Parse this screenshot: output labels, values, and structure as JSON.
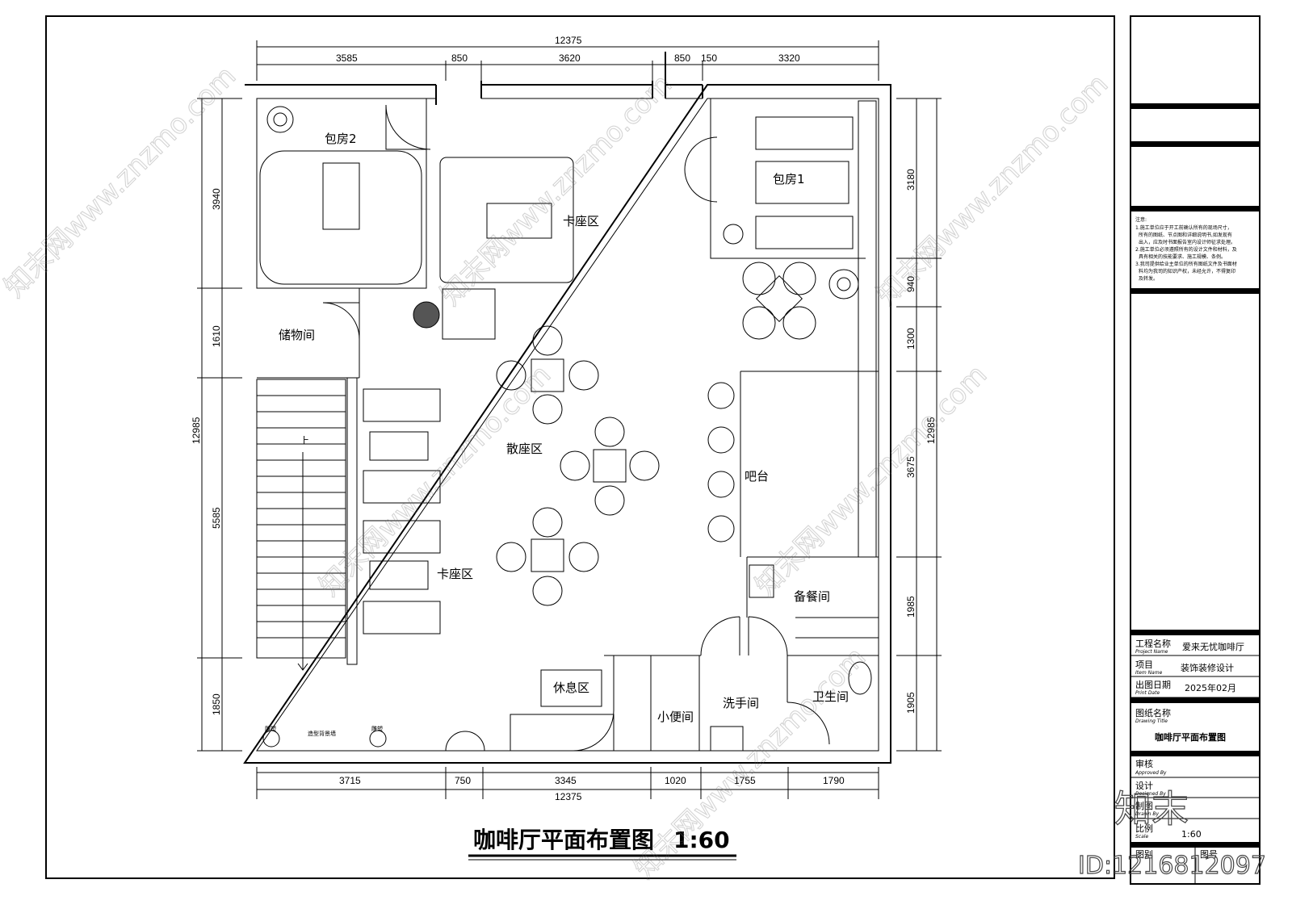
{
  "drawing": {
    "title": "咖啡厅平面布置图",
    "scale": "1:60",
    "rooms": {
      "private_room_2": "包房2",
      "booth_top": "卡座区",
      "private_room_1": "包房1",
      "storage": "储物间",
      "open_seating": "散座区",
      "bar": "吧台",
      "booth_left": "卡座区",
      "pantry": "备餐间",
      "lounge": "休息区",
      "washroom": "洗手间",
      "toilet": "卫生间",
      "urinal": "小便间",
      "stair_up": "上"
    },
    "small_labels": {
      "sculpture_1": "雕塑",
      "feature_wall": "造型背景墙",
      "sculpture_2": "雕塑"
    },
    "dims_top": {
      "total": "12375",
      "segments": [
        "3585",
        "850",
        "3620",
        "850",
        "150",
        "3320"
      ]
    },
    "dims_bottom": {
      "total": "12375",
      "segments": [
        "3715",
        "750",
        "3345",
        "1020",
        "1755",
        "1790"
      ]
    },
    "dims_left": {
      "total": "12985",
      "segments": [
        "3940",
        "1610",
        "5585",
        "1850"
      ]
    },
    "dims_right": {
      "total": "12985",
      "segments": [
        "3180",
        "940",
        "1300",
        "3675",
        "1985",
        "1905"
      ]
    }
  },
  "title_block": {
    "notes_title": "注意:",
    "notes": [
      "1.施工单位应于开工前确认所有的现场尺寸，",
      "所有的图纸、节点图和详细说明书,如发现有",
      "出入，应及时书面报告室内设计师征求处理。",
      "2.施工单位必须遵照所有的设计文件和材料，及",
      "具有相关的技能要求、施工规模、条例。",
      "3.我司提供给业主单位的所有图纸文件及书面材",
      "料均为我司的知识产权，未经允许，不得复印",
      "及转发。"
    ],
    "project_name_label": "工程名称",
    "project_name_en": "Project Name",
    "project_name": "爱来无忧咖啡厅",
    "item_label": "项目",
    "item_en": "Item Name",
    "item": "装饰装修设计",
    "date_label": "出图日期",
    "date_en": "Print Date",
    "date": "2025年02月",
    "drawing_title_label": "图纸名称",
    "drawing_title_en": "Drawing Title",
    "drawing_title": "咖啡厅平面布置图",
    "approved_label": "审核",
    "approved_en": "Approved By",
    "designed_label": "设计",
    "designed_en": "Designed By",
    "drawn_label": "制图",
    "drawn_en": "Drawn By",
    "scale_label": "比例",
    "scale_en": "Scale",
    "scale": "1:60",
    "sheet_label": "图别",
    "number_label": "图号"
  },
  "watermark": {
    "text": "知末网www.znzmo.com",
    "logo": "知末",
    "id": "ID:1216812097"
  }
}
